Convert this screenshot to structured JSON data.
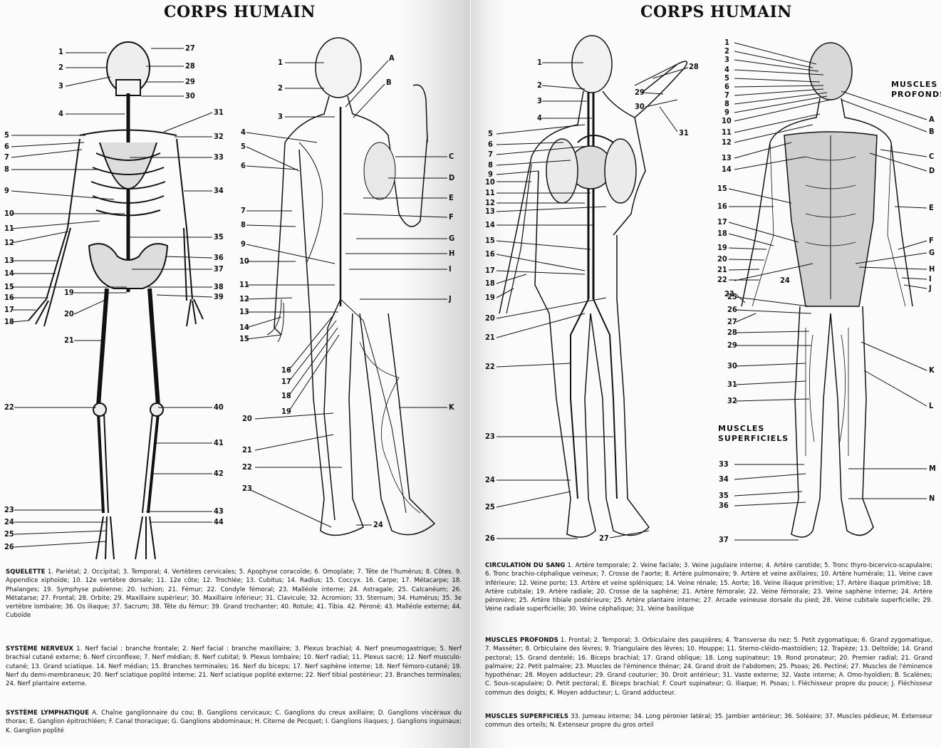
{
  "left_page": {
    "title": "CORPS HUMAIN",
    "skeleton_labels_left": [
      "1",
      "2",
      "3",
      "4",
      "5",
      "6",
      "7",
      "8",
      "9",
      "10",
      "11",
      "12",
      "13",
      "14",
      "15",
      "16",
      "17",
      "18",
      "19",
      "20",
      "21",
      "22",
      "23",
      "24",
      "25",
      "26"
    ],
    "skeleton_labels_right": [
      "27",
      "28",
      "29",
      "30",
      "31",
      "32",
      "33",
      "34",
      "35",
      "36",
      "37",
      "38",
      "39",
      "40",
      "41",
      "42",
      "43",
      "44"
    ],
    "nerve_labels_left": [
      "1",
      "2",
      "3",
      "4",
      "5",
      "6",
      "7",
      "8",
      "9",
      "10",
      "11",
      "12",
      "13",
      "14",
      "15",
      "16",
      "17",
      "18",
      "19",
      "20",
      "21",
      "22",
      "23"
    ],
    "nerve_labels_right": [
      "A",
      "B",
      "C",
      "D",
      "E",
      "F",
      "G",
      "H",
      "I",
      "J",
      "K",
      "24"
    ],
    "legend": {
      "squelette_head": "SQUELETTE",
      "squelette_text": "1. Pariétal; 2. Occipital; 3. Temporal; 4. Vertèbres cervicales; 5. Apophyse coracoïde; 6. Omoplate; 7. Tête de l'humérus; 8. Côtes. 9. Appendice xiphoïde; 10. 12e vertèbre dorsale; 11. 12e côte; 12. Trochlée; 13. Cubitus; 14. Radius; 15. Coccyx. 16. Carpe; 17. Métacarpe; 18. Phalanges; 19. Symphyse pubienne; 20. Ischion; 21. Fémur; 22. Condyle fémoral; 23. Malléole interne; 24. Astragale; 25. Calcanéum; 26. Métatarse; 27. Frontal; 28. Orbite; 29. Maxillaire supérieur; 30. Maxillaire inférieur; 31. Clavicule; 32. Acromion; 33. Sternum; 34. Humérus; 35. 3e vertèbre lombaire; 36. Os iliaque; 37. Sacrum; 38. Tête du fémur; 39. Grand trochanter; 40. Rotule; 41. Tibia. 42. Péroné; 43. Malléole externe; 44. Cuboïde",
      "nerveux_head": "SYSTÈME NERVEUX",
      "nerveux_text": "1. Nerf facial : branche frontale; 2. Nerf facial : branche maxillaire; 3. Plexus brachial; 4. Nerf pneumogastrique; 5. Nerf brachial cutané externe; 6. Nerf circonflexe; 7. Nerf médian; 8. Nerf cubital; 9. Plexus lombaire; 10. Nerf radial; 11. Plexus sacré; 12. Nerf musculo-cutané; 13. Grand sciatique. 14. Nerf médian; 15. Branches terminales; 16. Nerf du biceps; 17. Nerf saphène interne; 18. Nerf fémoro-cutané; 19. Nerf du demi-membraneux; 20. Nerf sciatique poplité interne; 21. Nerf sciatique poplité externe; 22. Nerf tibial postérieur; 23. Branches terminales; 24. Nerf plantaire externe.",
      "lymph_head": "SYSTÈME LYMPHATIQUE",
      "lymph_text": "A. Chaîne ganglionnaire du cou; B. Ganglions cervicaux; C. Ganglions du creux axillaire; D. Ganglions viscéraux du thorax; E. Ganglion épitrochléen; F. Canal thoracique; G. Ganglions abdominaux; H. Citerne de Pecquet; I. Ganglions iliaques; J. Ganglions inguinaux; K. Ganglion poplité"
    }
  },
  "right_page": {
    "title": "CORPS HUMAIN",
    "circ_labels_left": [
      "1",
      "2",
      "3",
      "4",
      "5",
      "6",
      "7",
      "8",
      "9",
      "10",
      "11",
      "12",
      "13",
      "14",
      "15",
      "16",
      "17",
      "18",
      "19",
      "20",
      "21",
      "22",
      "23",
      "24",
      "25",
      "26"
    ],
    "circ_labels_right": [
      "28",
      "29",
      "30",
      "31",
      "27"
    ],
    "muscle_labels_left": [
      "1",
      "2",
      "3",
      "4",
      "5",
      "6",
      "7",
      "8",
      "9",
      "10",
      "11",
      "12",
      "13",
      "14",
      "15",
      "16",
      "17",
      "18",
      "19",
      "20",
      "21",
      "22",
      "23",
      "24",
      "25",
      "26",
      "27",
      "28",
      "29",
      "30",
      "31",
      "32",
      "33",
      "34",
      "35",
      "36",
      "37"
    ],
    "muscle_labels_right": [
      "A",
      "B",
      "C",
      "D",
      "E",
      "F",
      "G",
      "H",
      "I",
      "J",
      "K",
      "L",
      "M",
      "N"
    ],
    "caption_deep": "MUSCLES PROFONDS",
    "caption_superficial": "MUSCLES SUPERFICIELS",
    "legend": {
      "circ_head": "CIRCULATION DU SANG",
      "circ_text": "1. Artère temporale; 2. Veine faciale; 3. Veine jugulaire interne; 4. Artère carotide; 5. Tronc thyro-bicervico-scapulaire; 6. Tronc brachio-céphalique veineux; 7. Crosse de l'aorte; 8. Artère pulmonaire; 9. Artère et veine axillaires; 10. Artère humérale; 11. Veine cave inférieure; 12. Veine porte; 13. Artère et veine spléniques; 14. Veine rénale; 15. Aorte; 16. Veine iliaque primitive; 17. Artère iliaque primitive; 18. Artère cubitale; 19. Artère radiale; 20. Crosse de la saphène; 21. Artère fémorale; 22. Veine fémorale; 23. Veine saphène interne; 24. Artère péronière; 25. Artère tibiale postérieure; 25. Artère plantaire interne; 27. Arcade veineuse dorsale du pied; 28. Veine cubitale superficielle; 29. Veine radiale superficielle; 30. Veine céphalique; 31. Veine basilique",
      "deep_head": "MUSCLES PROFONDS",
      "deep_text": "1. Frontal; 2. Temporal; 3. Orbiculaire des paupières; 4. Transverse du nez; 5. Petit zygomatique; 6. Grand zygomatique, 7. Masséter; 8. Orbiculaire des lèvres; 9. Triangulaire des lèvres; 10. Houppe; 11. Sterno-cléido-mastoïdien; 12. Trapèze; 13. Deltoïde; 14. Grand pectoral; 15. Grand dentelé; 16. Biceps brachial; 17. Grand oblique; 18. Long supinateur; 19. Rond pronateur; 20. Premier radial; 21. Grand palmaire; 22. Petit palmaire; 23. Muscles de l'éminence thénar; 24. Grand droit de l'abdomen; 25. Psoas; 26. Pectiné; 27. Muscles de l'éminence hypothénar; 28. Moyen adducteur; 29. Grand couturier; 30. Droit antérieur; 31. Vaste externe; 32. Vaste interne; A. Omo-hyoïdien; B. Scalènes; C. Sous-scapulaire; D. Petit pectoral; E. Biceps brachial; F. Court supinateur; G. Iliaque; H. Psoas; I. Fléchisseur propre du pouce; J. Fléchisseur commun des doigts; K. Moyen adducteur; L. Grand adducteur.",
      "sup_head": "MUSCLES SUPERFICIELS",
      "sup_text": "33. Jumeau interne; 34. Long péronier latéral; 35. Jambier antérieur; 36. Soléaire; 37. Muscles pédieux; M. Extenseur commun des orteils; N. Extenseur propre du gros orteil"
    }
  }
}
